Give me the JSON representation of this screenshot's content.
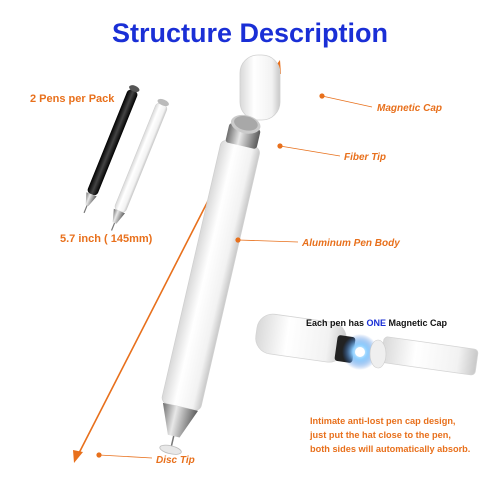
{
  "title": "Structure Description",
  "pack": {
    "label": "2 Pens per Pack"
  },
  "length": {
    "label": "5.7 inch ( 145mm)"
  },
  "callouts": {
    "cap": "Magnetic Cap",
    "fiber": "Fiber Tip",
    "body": "Aluminum Pen Body",
    "disc": "Disc Tip"
  },
  "magnetic": {
    "prefix": "Each pen has ",
    "highlight": "ONE",
    "suffix": " Magnetic Cap",
    "line1": "Intimate anti-lost pen cap design,",
    "line2": "just put the hat close to the pen,",
    "line3": "both sides will automatically absorb."
  },
  "colors": {
    "title": "#1a2fd6",
    "accent": "#e8701c",
    "highlight": "#1a2fd6"
  }
}
